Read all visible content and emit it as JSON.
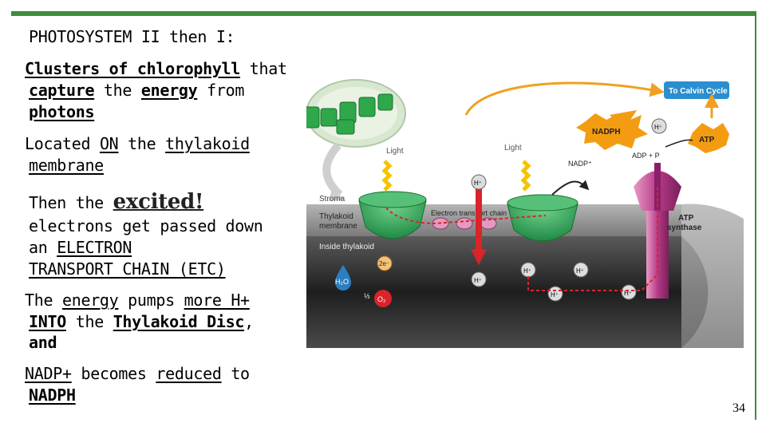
{
  "slide": {
    "title": "PHOTOSYSTEM II then I:",
    "page_number": "34",
    "paragraphs": {
      "clusters": {
        "w1": "Clusters of chlorophyll",
        "w2": " that",
        "w3": "capture",
        "w4": " the ",
        "w5": "energy",
        "w6": " from",
        "w7": "photons"
      },
      "located": {
        "w1": "Located ",
        "w2": "ON",
        "w3": " the ",
        "w4": "thylakoid",
        "w5": "membrane"
      },
      "then": {
        "w1": "Then the ",
        "w2": "excited!",
        "w3": "electrons get passed down",
        "w4": "an ",
        "w5": "ELECTRON",
        "w6": "TRANSPORT CHAIN (ETC)"
      },
      "energy": {
        "w1": "The ",
        "w2": "energy",
        "w3": " pumps ",
        "w4": "more H+",
        "w5": "INTO",
        "w6": " the ",
        "w7": "Thylakoid Disc",
        "w8": ",",
        "w9": "and"
      },
      "nadp": {
        "w1": "NADP+",
        "w2": " becomes ",
        "w3": "reduced",
        "w4": " to",
        "w5": "NADPH"
      }
    }
  },
  "diagram": {
    "to_calvin": "To Calvin Cycle",
    "nadph": "NADPH",
    "atp": "ATP",
    "hplus": "H⁺",
    "adp_p": "ADP + P",
    "nadp_plus": "NADP⁺",
    "light1": "Light",
    "light2": "Light",
    "stroma": "Stroma",
    "thylakoid_membrane_1": "Thylakoid",
    "thylakoid_membrane_2": "membrane",
    "inside_thylakoid": "Inside thylakoid",
    "etc_label": "Electron transport chain",
    "atp_synthase_1": "ATP",
    "atp_synthase_2": "synthase",
    "two_e": "2e⁻",
    "h2o": "H₂O",
    "half": "½",
    "o2": "O₂",
    "colors": {
      "green": "#3a9a4a",
      "membrane": "#808080",
      "lumen": "#3a3a3a",
      "red": "#d9242a",
      "yellow": "#f5c400",
      "purple": "#8a1f6a",
      "pink": "#d36aa0",
      "orange": "#f39c12",
      "blue": "#2a7fc1"
    }
  }
}
